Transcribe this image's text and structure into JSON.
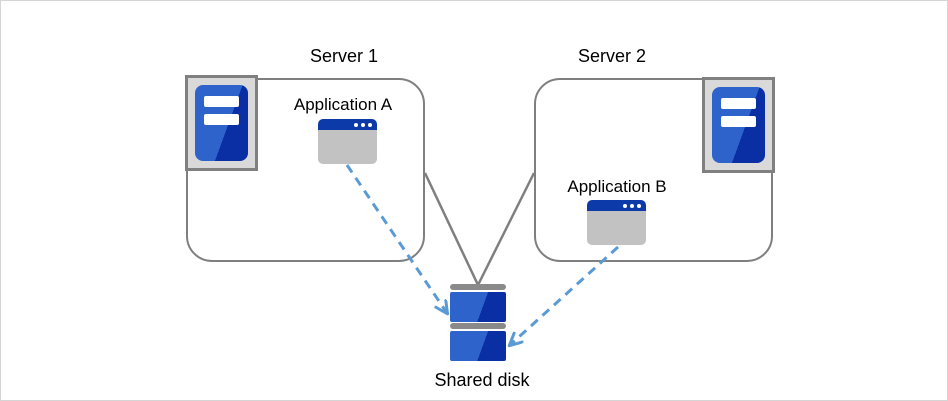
{
  "nodes": {
    "server1": {
      "label": "Server 1"
    },
    "server2": {
      "label": "Server 2"
    },
    "application_a": {
      "label": "Application A"
    },
    "application_b": {
      "label": "Application B"
    },
    "shared_disk": {
      "label": "Shared disk"
    }
  },
  "icons": {
    "server1_icon": "server-tower-icon",
    "server2_icon": "server-tower-icon",
    "application_a_icon": "application-window-icon",
    "application_b_icon": "application-window-icon",
    "shared_disk_icon": "stacked-disk-icon"
  },
  "connections": [
    {
      "from": "server1",
      "to": "shared_disk",
      "style": "solid-line",
      "color": "#7f7f7f"
    },
    {
      "from": "server2",
      "to": "shared_disk",
      "style": "solid-line",
      "color": "#7f7f7f"
    },
    {
      "from": "application_a",
      "to": "shared_disk",
      "style": "dashed-arrow",
      "color": "#5b9bd5"
    },
    {
      "from": "application_b",
      "to": "shared_disk",
      "style": "dashed-arrow",
      "color": "#5b9bd5"
    }
  ],
  "colors": {
    "background": "#ffffff",
    "canvas_border": "#d5d5d5",
    "box_border_gray": "#7f7f7f",
    "connector_gray": "#7f7f7f",
    "arrow_blue": "#5b9bd5",
    "icon_blue_light": "#2f63cc",
    "icon_blue_dark": "#0a2fa4",
    "titlebar_blue": "#0c3aa9",
    "window_body_gray": "#c2c2c2",
    "icon_frame_fill": "#d9d9d9",
    "icon_frame_border": "#808080",
    "disk_cap_gray": "#8a8a8a",
    "text_color": "#000000"
  }
}
